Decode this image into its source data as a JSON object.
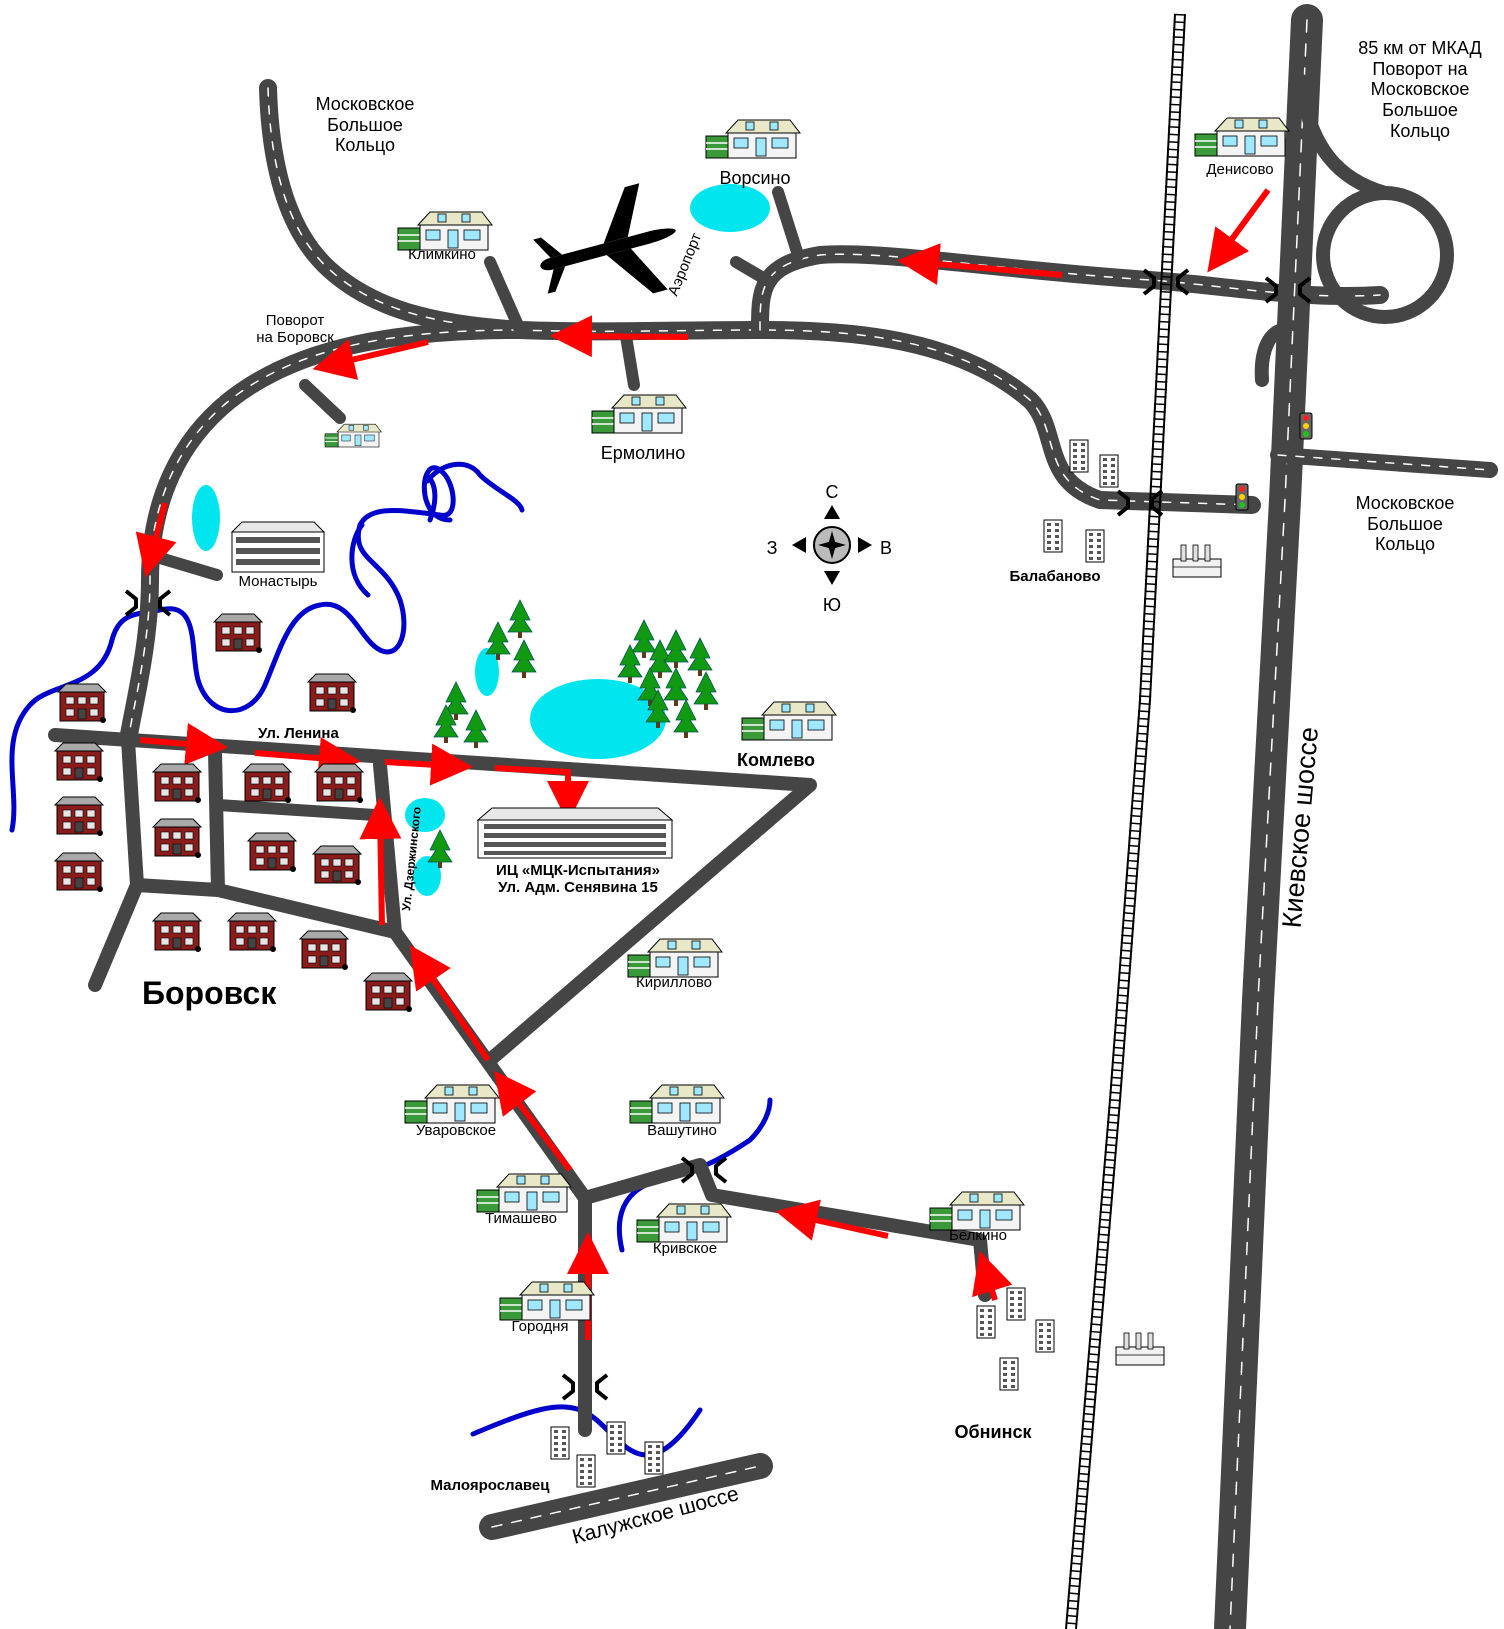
{
  "map": {
    "town_main": "Боровск",
    "mkad_note": [
      "85 км от МКАД",
      "Поворот на",
      "Московское",
      "Большое",
      "Кольцо"
    ],
    "ring_road_top": [
      "Московское",
      "Большое",
      "Кольцо"
    ],
    "ring_road_right": [
      "Московское",
      "Большое",
      "Кольцо"
    ],
    "turn_borovsk": [
      "Поворот",
      "на Боровск"
    ],
    "airport": "Аэропорт",
    "kiev_highway": "Киевское шоссе",
    "kaluga_highway": "Калужское шоссе",
    "street_lenina": "Ул. Ленина",
    "street_dzerzhinskogo": "Ул. Дзержинского",
    "destination": [
      "ИЦ «МЦК-Испытания»",
      "Ул. Адм. Сенявина 15"
    ],
    "monastery": "Монастырь",
    "compass": {
      "n": "С",
      "s": "Ю",
      "w": "З",
      "e": "В"
    },
    "villages": {
      "vorsino": "Ворсино",
      "klimkino": "Климкино",
      "ermolino": "Ермолино",
      "denisovo": "Денисово",
      "balabanovo": "Балабаново",
      "komlevo": "Комлево",
      "kirillovo": "Кириллово",
      "uvarovskoe": "Уваровское",
      "vashutino": "Вашутино",
      "timashevo": "Тимашево",
      "krivskoe": "Кривское",
      "belkino": "Белкино",
      "gorodnya": "Городня",
      "obninsk": "Обнинск",
      "maloyaroslavets": "Малоярославец"
    },
    "colors": {
      "road": "#454545",
      "route_arrow": "#ff0000",
      "river": "#0000cc",
      "lake": "#00e5ee",
      "tree": "#119911",
      "house_roof": "#8a1c1c",
      "railway": "#000000"
    }
  }
}
